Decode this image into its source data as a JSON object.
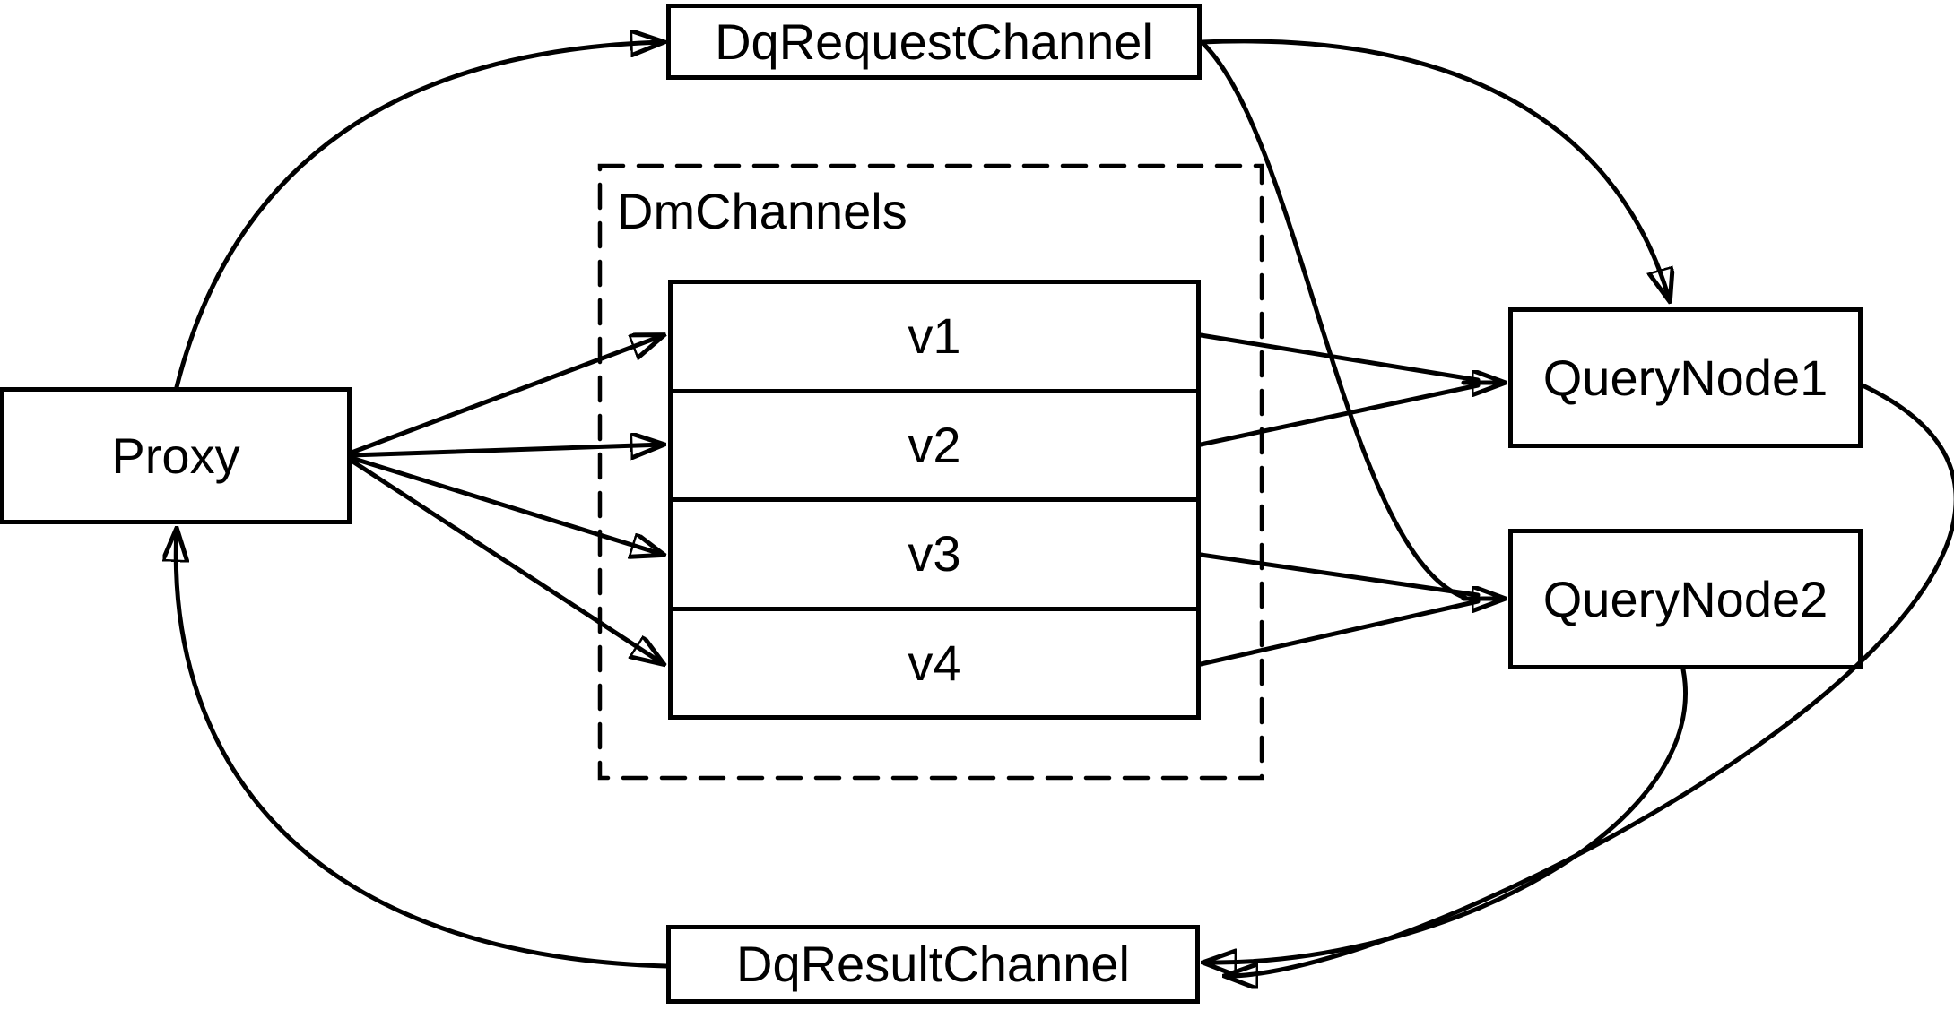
{
  "diagram": {
    "colors": {
      "background": "#ffffff",
      "stroke": "#000000",
      "text": "#000000"
    },
    "nodes": {
      "dq_request_channel": {
        "label": "DqRequestChannel"
      },
      "proxy": {
        "label": "Proxy"
      },
      "dm_channels_group": {
        "label": "DmChannels"
      },
      "channels": [
        {
          "label": "v1"
        },
        {
          "label": "v2"
        },
        {
          "label": "v3"
        },
        {
          "label": "v4"
        }
      ],
      "query_node_1": {
        "label": "QueryNode1"
      },
      "query_node_2": {
        "label": "QueryNode2"
      },
      "dq_result_channel": {
        "label": "DqResultChannel"
      }
    },
    "edges": [
      {
        "from": "Proxy",
        "to": "DqRequestChannel"
      },
      {
        "from": "Proxy",
        "to": "v1"
      },
      {
        "from": "Proxy",
        "to": "v2"
      },
      {
        "from": "Proxy",
        "to": "v3"
      },
      {
        "from": "Proxy",
        "to": "v4"
      },
      {
        "from": "v1",
        "to": "QueryNode1"
      },
      {
        "from": "v2",
        "to": "QueryNode1"
      },
      {
        "from": "v3",
        "to": "QueryNode2"
      },
      {
        "from": "v4",
        "to": "QueryNode2"
      },
      {
        "from": "DqRequestChannel",
        "to": "QueryNode1"
      },
      {
        "from": "DqRequestChannel",
        "to": "QueryNode2"
      },
      {
        "from": "QueryNode1",
        "to": "DqResultChannel"
      },
      {
        "from": "QueryNode2",
        "to": "DqResultChannel"
      },
      {
        "from": "DqResultChannel",
        "to": "Proxy"
      }
    ]
  }
}
